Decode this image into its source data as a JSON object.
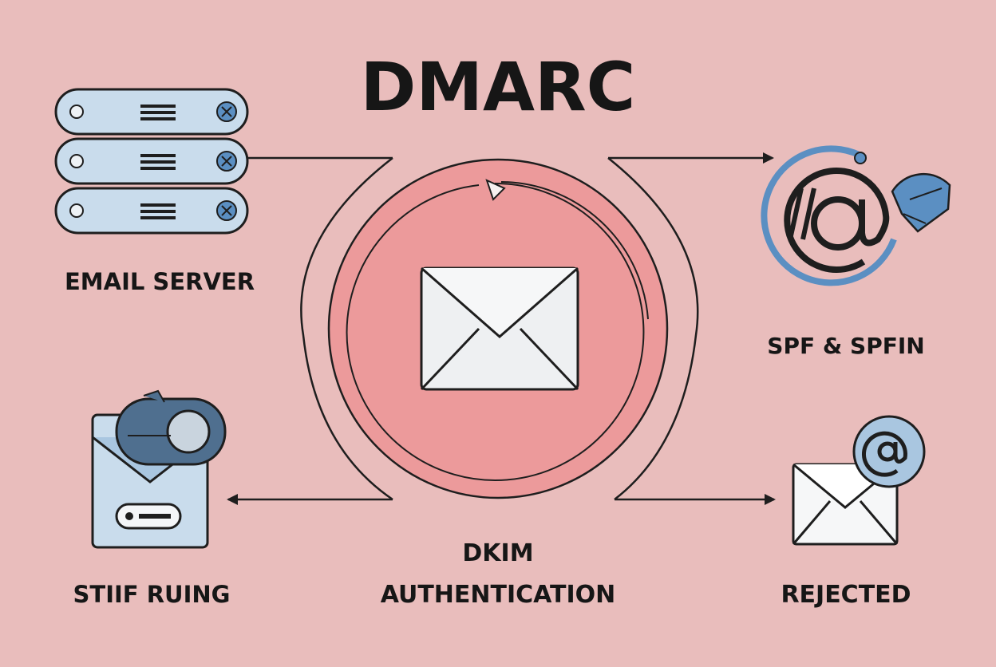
{
  "diagram": {
    "title": "DMARC",
    "nodes": {
      "email_server": {
        "label": "EMAIL SERVER",
        "icon": "server-stack-icon"
      },
      "spf": {
        "label": "SPF & SPFIN",
        "icon": "at-sign-icon"
      },
      "stif": {
        "label": "STIIF RUING",
        "icon": "inbox-tray-icon"
      },
      "dkim": {
        "label_line1": "DKIM",
        "label_line2": "AUTHENTICATION",
        "icon": "envelope-icon"
      },
      "rejected": {
        "label": "REJECTED",
        "icon": "envelope-at-icon"
      }
    },
    "colors": {
      "background": "#e9bdbc",
      "center_circle": "#ec9a9b",
      "icon_blue": "#c9dcec",
      "icon_accent": "#5b8fc2",
      "outline": "#1e1e1e"
    }
  }
}
